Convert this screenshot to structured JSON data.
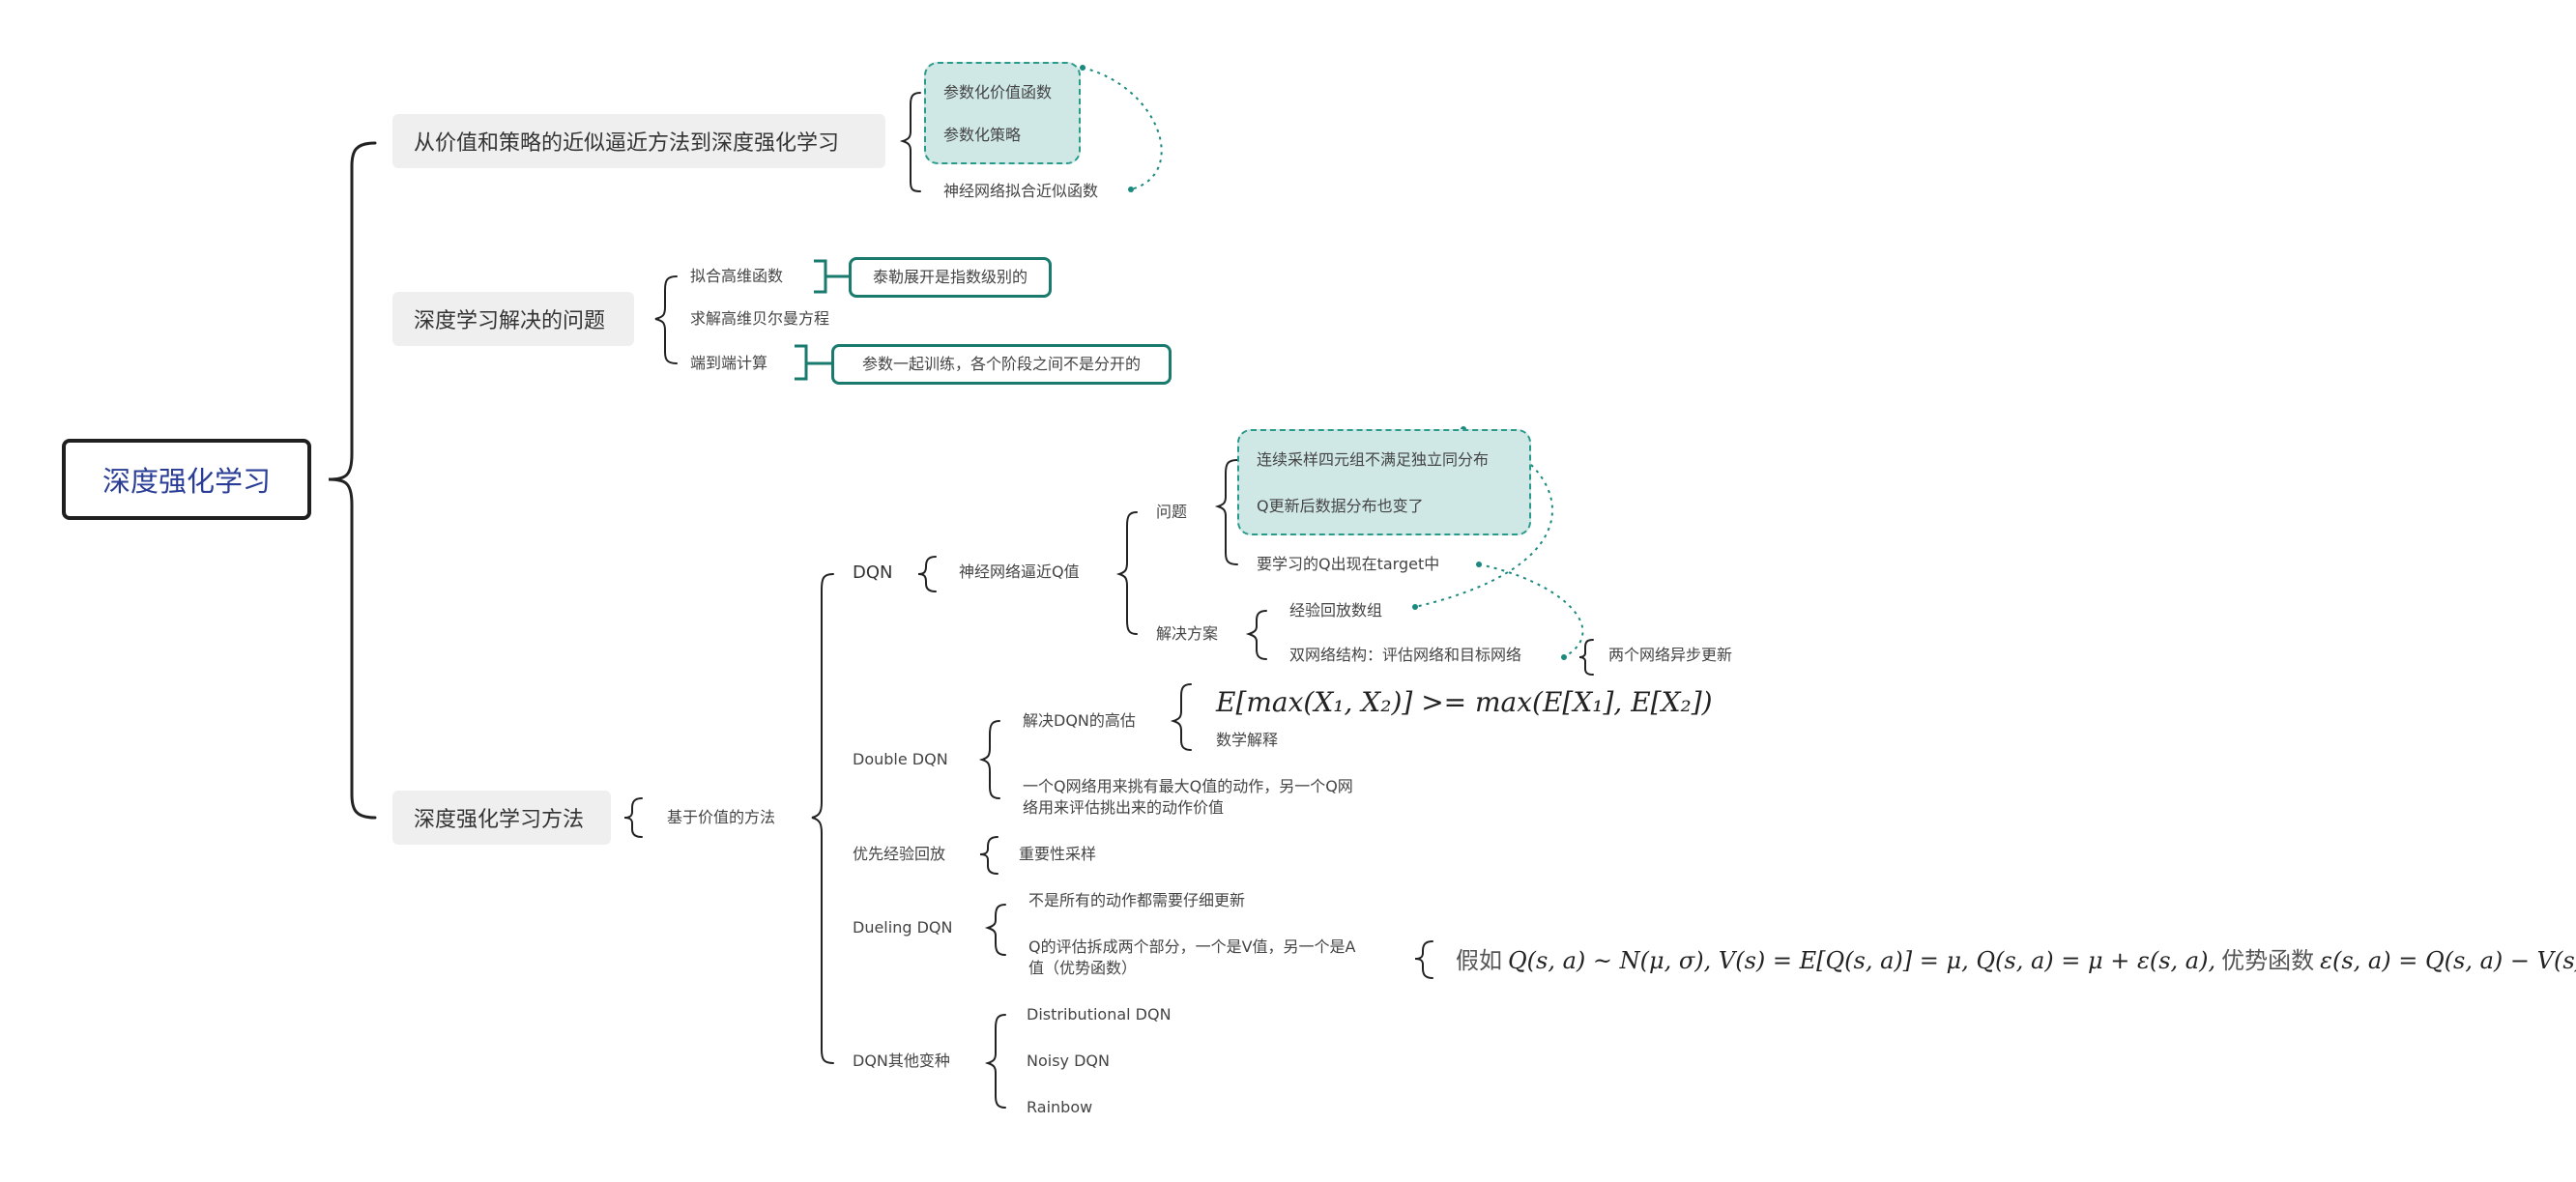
{
  "root": "深度强化学习",
  "branch1": {
    "title": "从价值和策略的近似逼近方法到深度强化学习",
    "items": [
      "参数化价值函数",
      "参数化策略",
      "神经网络拟合近似函数"
    ]
  },
  "branch2": {
    "title": "深度学习解决的问题",
    "items": [
      "拟合高维函数",
      "求解高维贝尔曼方程",
      "端到端计算"
    ],
    "notes": [
      "泰勒展开是指数级别的",
      "参数一起训练，各个阶段之间不是分开的"
    ]
  },
  "branch3": {
    "title": "深度强化学习方法",
    "sub": "基于价值的方法",
    "dqn": {
      "label": "DQN",
      "child": "神经网络逼近Q值",
      "problem": "问题",
      "problem_items": [
        "连续采样四元组不满足独立同分布",
        "Q更新后数据分布也变了",
        "要学习的Q出现在target中"
      ],
      "solution": "解决方案",
      "solution_items": [
        "经验回放数组",
        "双网络结构：评估网络和目标网络"
      ],
      "solution_note": "两个网络异步更新"
    },
    "double_dqn": {
      "label": "Double DQN",
      "overestimate": "解决DQN的高估",
      "formula": "E[max(X₁, X₂)] >= max(E[X₁], E[X₂])",
      "formula_note": "数学解释",
      "desc_line1": "一个Q网络用来挑有最大Q值的动作，另一个Q网",
      "desc_line2": "络用来评估挑出来的动作价值"
    },
    "per": {
      "label": "优先经验回放",
      "child": "重要性采样"
    },
    "dueling": {
      "label": "Dueling DQN",
      "item1": "不是所有的动作都需要仔细更新",
      "item2_line1": "Q的评估拆成两个部分，一个是V值，另一个是A",
      "item2_line2": "值（优势函数）",
      "formula_prefix": "假如",
      "formula_main": "Q(s, a) ~ N(μ, σ), V(s) = E[Q(s, a)] = μ, Q(s, a) = μ + ε(s, a),",
      "formula_mid": "优势函数",
      "formula_end": "ε(s, a) = Q(s, a) − V(s)"
    },
    "variants": {
      "label": "DQN其他变种",
      "items": [
        "Distributional DQN",
        "Noisy DQN",
        "Rainbow"
      ]
    }
  }
}
